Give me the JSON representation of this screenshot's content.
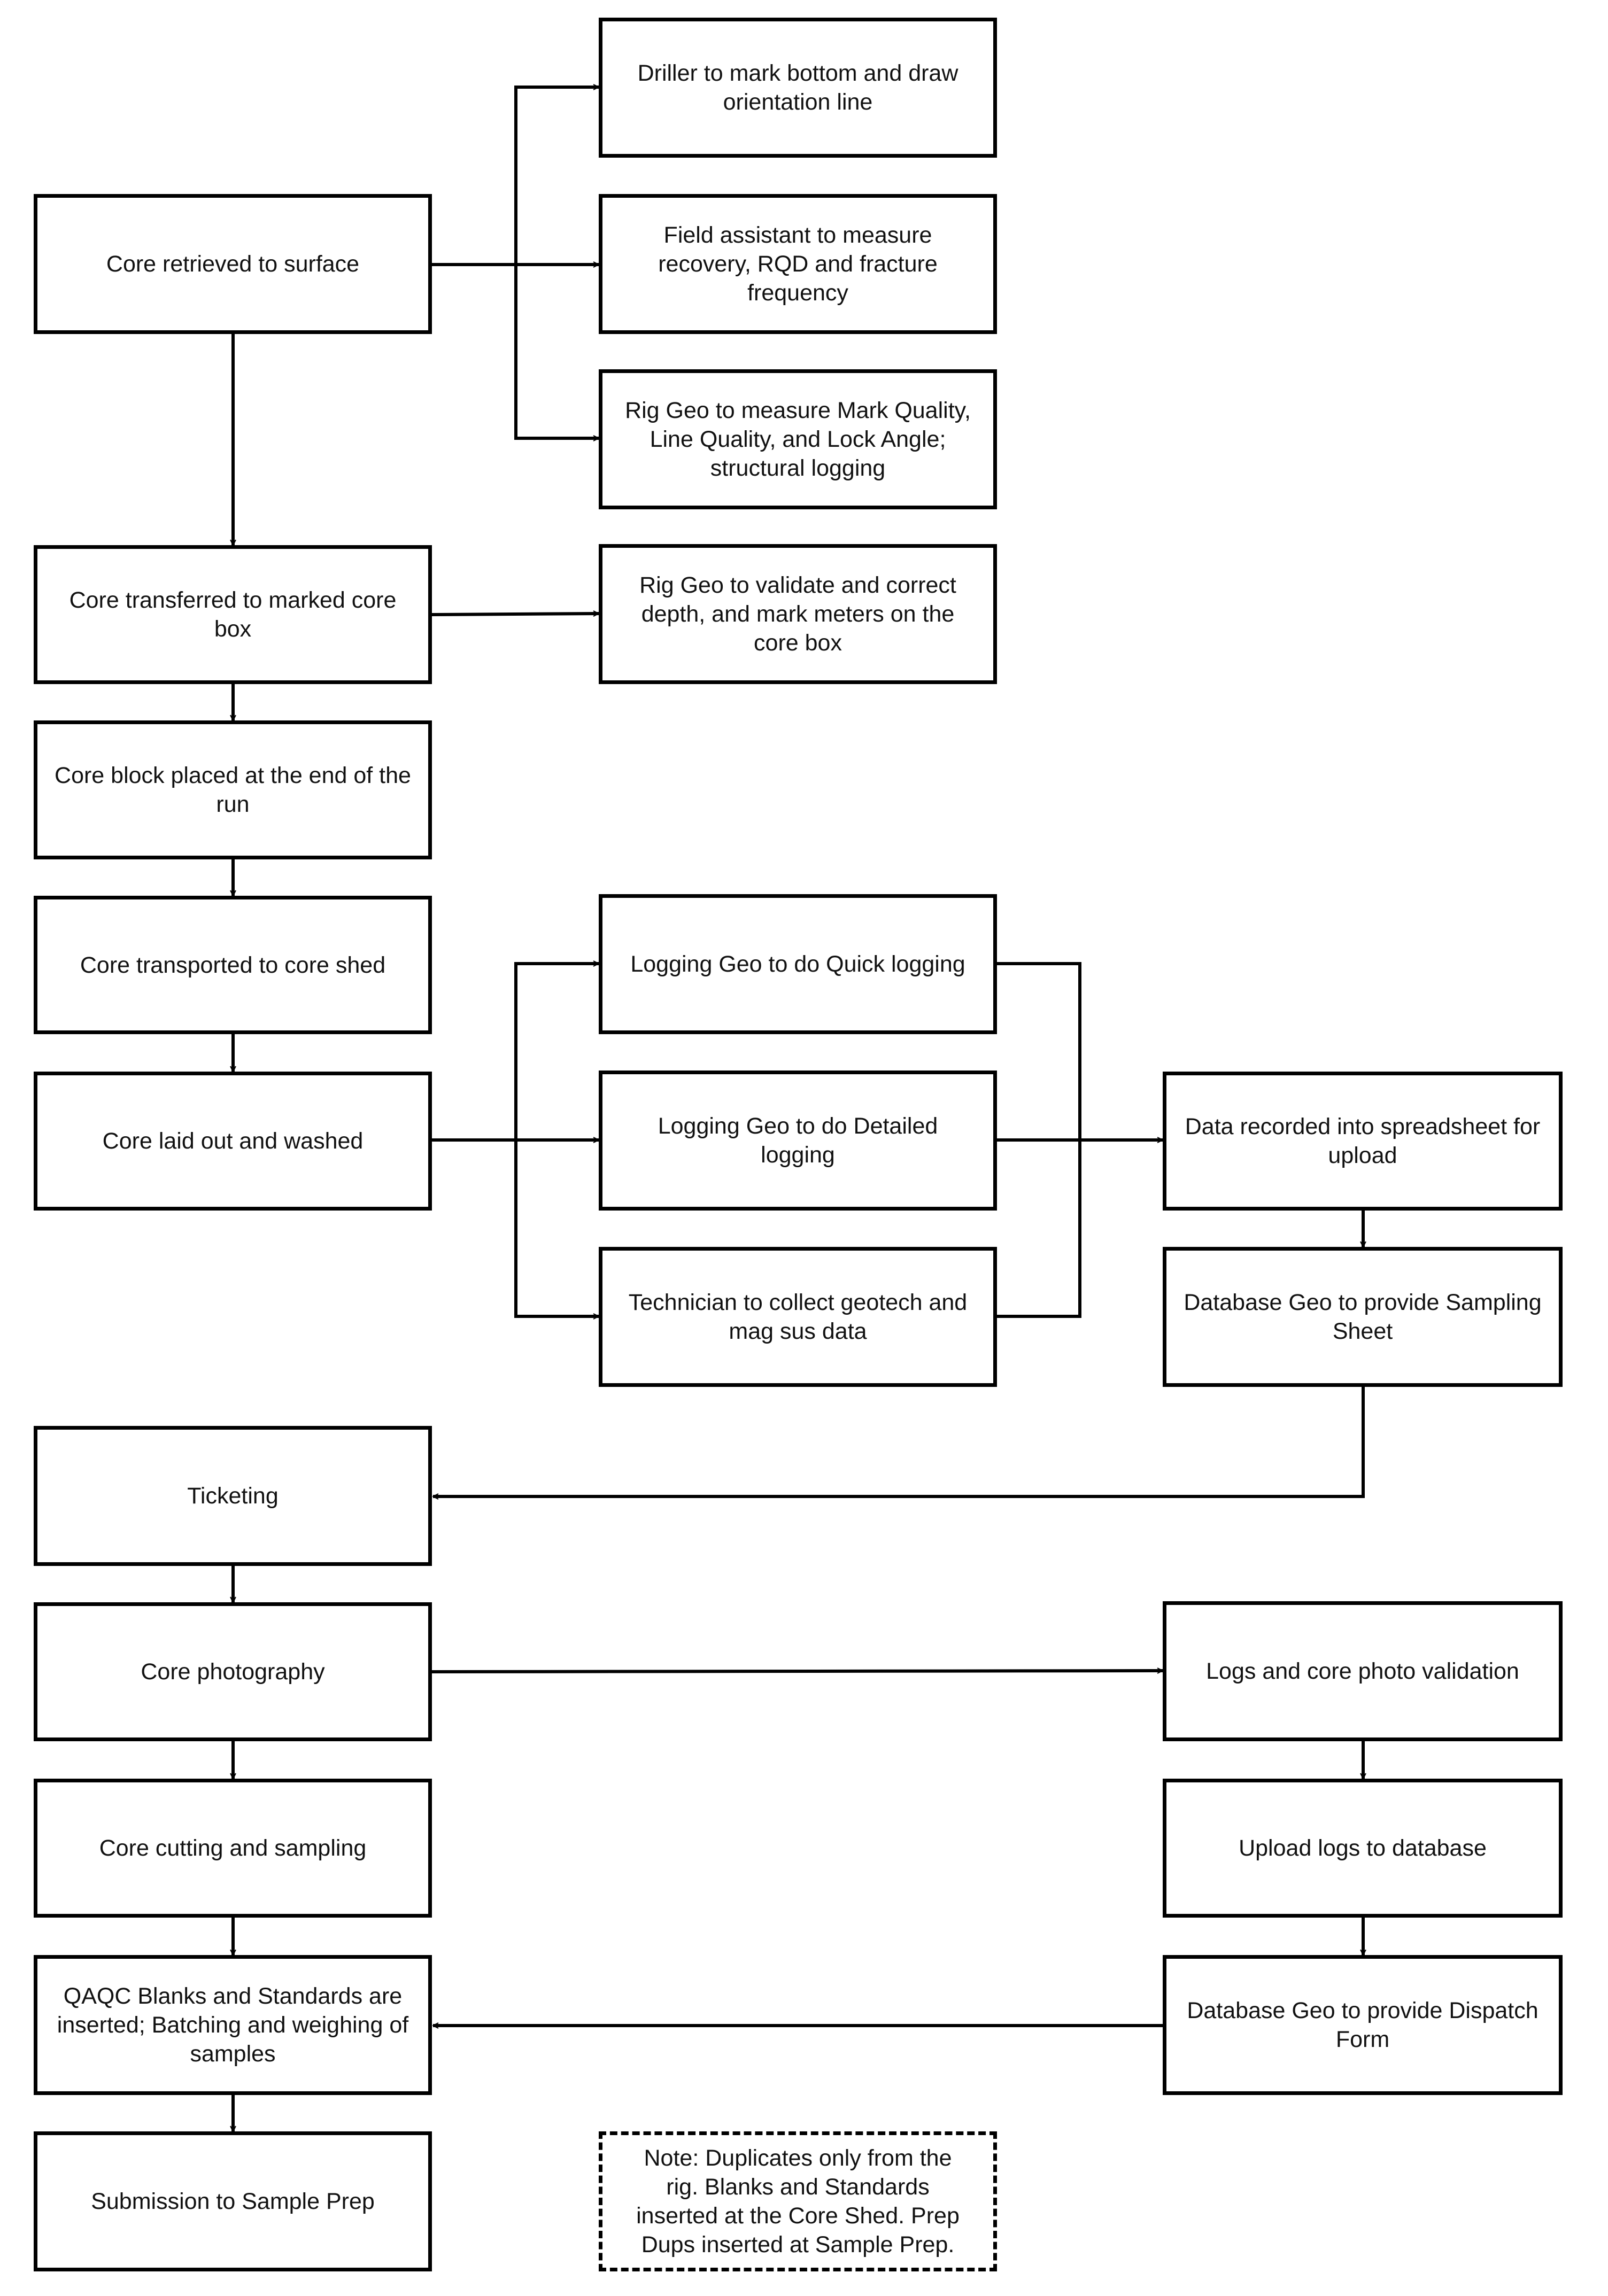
{
  "diagram": {
    "nodes": {
      "driller": "Driller to mark bottom and draw orientation line",
      "field_assistant": "Field assistant to measure recovery, RQD and fracture frequency",
      "rig_geo_measure": "Rig Geo to measure Mark Quality, Line Quality, and Lock Angle; structural logging",
      "core_retrieved": "Core retrieved to surface",
      "core_transferred": "Core transferred to marked core box",
      "rig_geo_validate": "Rig Geo to validate and correct depth, and mark meters on the core box",
      "core_block": "Core block placed at the end of the run",
      "core_transported": "Core transported to core shed",
      "quick_logging": "Logging Geo to do Quick logging",
      "core_laid_out": "Core laid out and washed",
      "detailed_logging": "Logging Geo to do Detailed logging",
      "data_recorded": "Data recorded into spreadsheet for upload",
      "technician": "Technician to collect geotech and mag sus data",
      "db_geo_sampling": "Database Geo to provide Sampling Sheet",
      "ticketing": "Ticketing",
      "core_photography": "Core photography",
      "logs_validation": "Logs and core photo validation",
      "core_cutting": "Core cutting and sampling",
      "upload_logs": "Upload logs to database",
      "qaqc": "QAQC Blanks and Standards are inserted; Batching and weighing of samples",
      "db_geo_dispatch": "Database Geo to provide Dispatch Form",
      "submission": "Submission to Sample Prep",
      "note": "Note: Duplicates only from the rig. Blanks and Standards inserted at the Core Shed. Prep Dups inserted at Sample Prep."
    }
  }
}
